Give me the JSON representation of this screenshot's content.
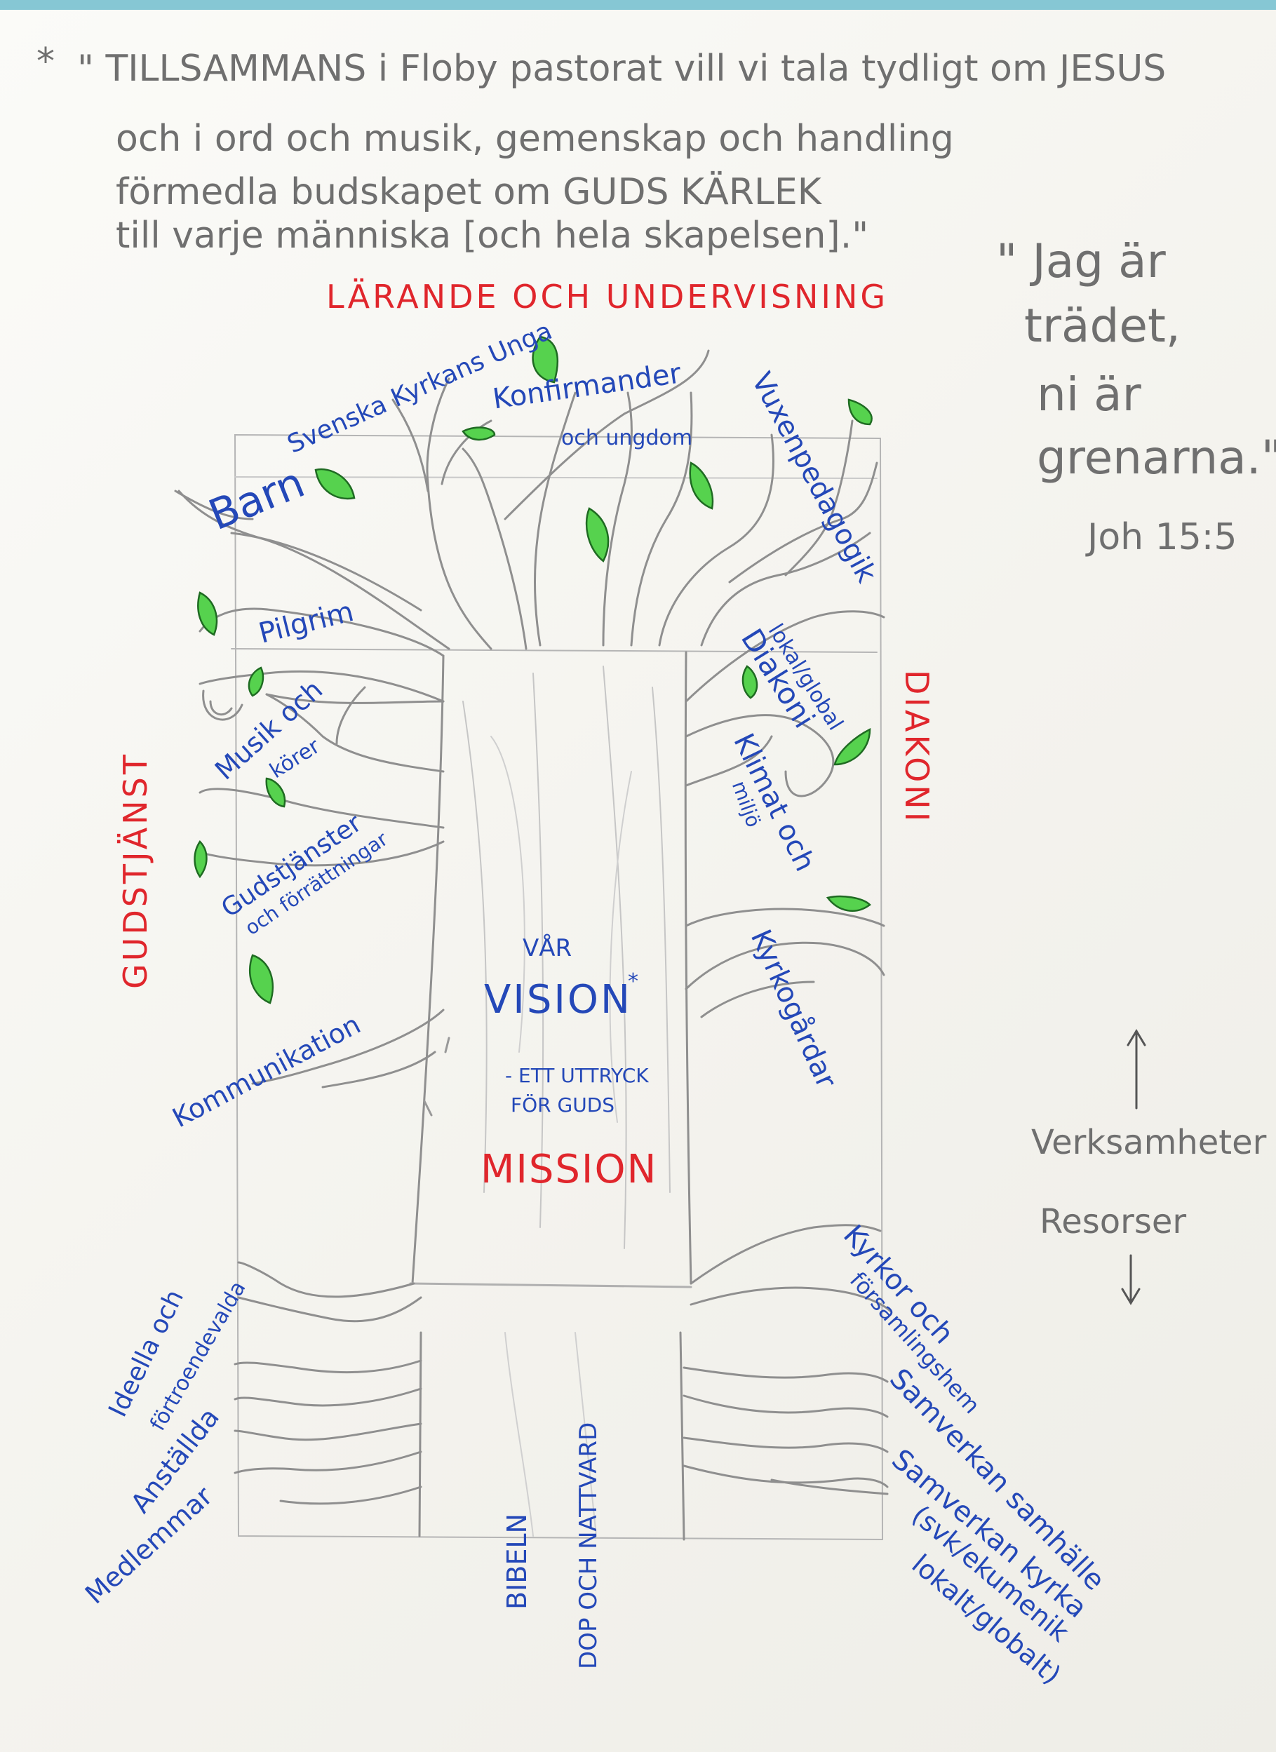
{
  "vision_quote": {
    "marker": "*",
    "lines": [
      "\" TILLSAMMANS i Floby pastorat vill vi tala tydligt om JESUS",
      "och i ord och musik, gemenskap och handling",
      "förmedla budskapet om GUDS KÄRLEK",
      "till varje människa [och hela skapelsen].\""
    ]
  },
  "bible_quote": {
    "lines": [
      "\" Jag är",
      "trädet,",
      "ni är",
      "grenarna.\""
    ],
    "reference": "Joh 15:5"
  },
  "areas": {
    "top": "LÄRANDE OCH UNDERVISNING",
    "left": "GUDSTJÄNST",
    "right": "DIAKONI"
  },
  "branches": {
    "svenska_kyrkans_unga": "Svenska Kyrkans Unga",
    "konfirmander": [
      "Konfirmander",
      "och ungdom"
    ],
    "vuxenpedagogik": "Vuxenpedagogik",
    "barn": "Barn",
    "pilgrim": "Pilgrim",
    "musik": [
      "Musik och",
      "körer"
    ],
    "gudstjanster": [
      "Gudstjänster",
      "och förrättningar"
    ],
    "kommunikation": "Kommunikation",
    "diakoni_lokal": [
      "lokal/global",
      "Diakoni"
    ],
    "klimat": [
      "Klimat och",
      "miljö"
    ],
    "kyrkogardar": "Kyrkogårdar"
  },
  "trunk": {
    "var": "VÅR",
    "vision": "VISION",
    "star": "*",
    "uttryck": [
      "- ETT UTTRYCK",
      "FÖR GUDS"
    ],
    "mission": "MISSION"
  },
  "side_labels": {
    "verksamheter": "Verksamheter",
    "resorser": "Resorser"
  },
  "roots": {
    "ideella": [
      "Ideella och",
      "förtroendevalda"
    ],
    "anstallda": "Anställda",
    "medlemmar": "Medlemmar",
    "bibeln": "BIBELN",
    "dop": "DOP OCH NATTVARD",
    "kyrkor": [
      "Kyrkor och",
      "församlingshem"
    ],
    "samverkan_samhalle": "Samverkan samhälle",
    "samverkan_kyrka": [
      "Samverkan kyrka",
      "(svk/ekumenik",
      "lokalt/globalt)"
    ]
  },
  "colors": {
    "pencil": "#8a8a8a",
    "ink_blue": "#2448b8",
    "ink_red": "#e0262c",
    "leaf": "#4fcf4a",
    "paper": "#f7f6f1"
  }
}
